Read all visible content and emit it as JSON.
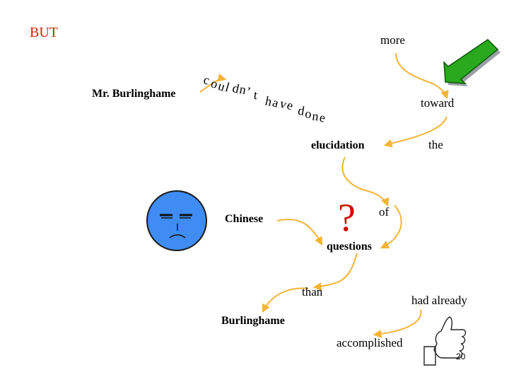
{
  "slide": {
    "heading": "BUT",
    "words": {
      "mr_burlinghame": "Mr. Burlinghame",
      "couldnt_have_done": "couldn’t have done",
      "more": "more",
      "toward": "toward",
      "the": "the",
      "elucidation": "elucidation",
      "of": "of",
      "question_mark": "?",
      "questions": "questions",
      "chinese": "Chinese",
      "than": "than",
      "had_already": "had already",
      "burlinghame": "Burlinghame",
      "accomplished": "accomplished"
    },
    "page_number": "20",
    "colors": {
      "heading": "#cc2200",
      "connector": "#f5b335",
      "question_mark": "#cc1100",
      "face_fill": "#3f8cf2",
      "arrow_green": "#2aa81e",
      "arrow_shadow": "#9aa0a6"
    },
    "icons": [
      "green-arrow-icon",
      "frowning-face-icon",
      "thumbs-up-icon"
    ]
  }
}
